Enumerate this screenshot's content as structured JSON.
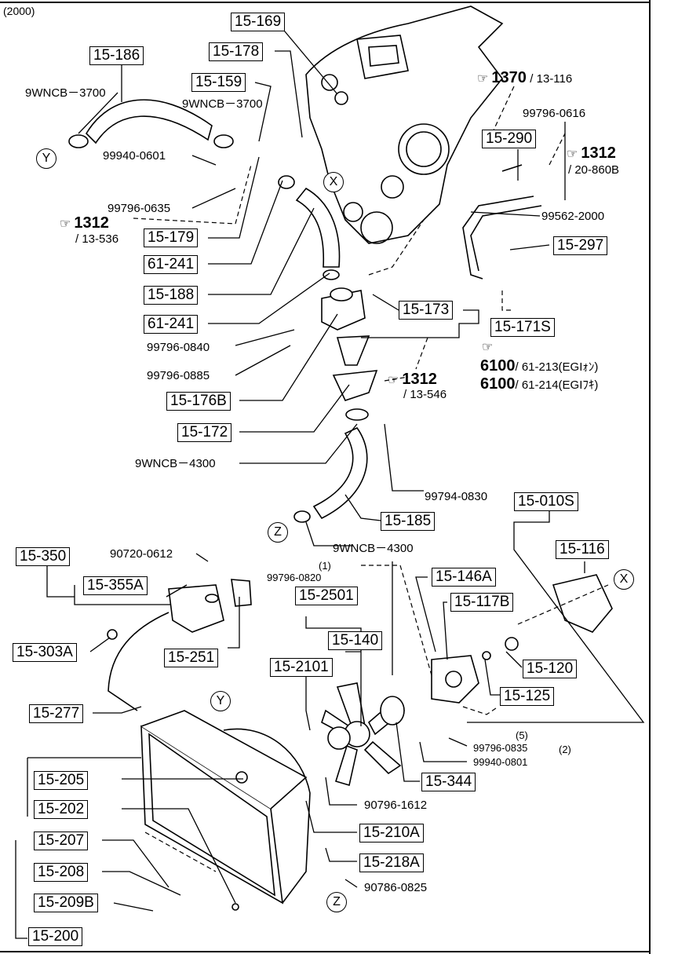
{
  "header": {
    "year_code": "(2000)"
  },
  "part_labels": {
    "p15_169": "15-169",
    "p15_178": "15-178",
    "p15_186": "15-186",
    "p15_159": "15-159",
    "p15_290": "15-290",
    "p15_297": "15-297",
    "p15_179": "15-179",
    "p61_241a": "61-241",
    "p15_188": "15-188",
    "p61_241b": "61-241",
    "p15_173": "15-173",
    "p15_171s": "15-171S",
    "p15_176b": "15-176B",
    "p15_172": "15-172",
    "p15_185": "15-185",
    "p15_010s": "15-010S",
    "p15_116": "15-116",
    "p15_350": "15-350",
    "p15_355a": "15-355A",
    "p15_303a": "15-303A",
    "p15_251": "15-251",
    "p15_2501": "15-2501",
    "p15_140": "15-140",
    "p15_146a": "15-146A",
    "p15_117b": "15-117B",
    "p15_2101": "15-2101",
    "p15_120": "15-120",
    "p15_125": "15-125",
    "p15_277": "15-277",
    "p15_205": "15-205",
    "p15_202": "15-202",
    "p15_344": "15-344",
    "p15_210a": "15-210A",
    "p15_207": "15-207",
    "p15_218a": "15-218A",
    "p15_208": "15-208",
    "p15_209b": "15-209B",
    "p15_200": "15-200"
  },
  "part_numbers": {
    "n_9wncb_3700_a": "9WNCB－3700",
    "n_9wncb_3700_b": "9WNCB－3700",
    "n_99940_0601": "99940-0601",
    "n_99796_0635": "99796-0635",
    "n_99796_0616": "99796-0616",
    "n_99562_2000": "99562-2000",
    "n_99796_0840": "99796-0840",
    "n_99796_0885": "99796-0885",
    "n_9wncb_4300_a": "9WNCB－4300",
    "n_99794_0830": "99794-0830",
    "n_9wncb_4300_b": "9WNCB－4300",
    "n_90720_0612": "90720-0612",
    "n_qty_1": "(1)",
    "n_99796_0820": "99796-0820",
    "n_qty_5": "(5)",
    "n_99796_0835": "99796-0835",
    "n_qty_2": "(2)",
    "n_99940_0801": "99940-0801",
    "n_90796_1612": "90796-1612",
    "n_90786_0825": "90786-0825"
  },
  "references": {
    "r1370_num": "1370",
    "r1370_page": "/ 13-116",
    "r1312a_num": "1312",
    "r1312a_page": "/ 20-860B",
    "r1312b_num": "1312",
    "r1312b_page": "/ 13-536",
    "r1312c_num": "1312",
    "r1312c_page": "/ 13-546",
    "r6100a_num": "6100",
    "r6100a_page": "/ 61-213(EGIｫﾝ)",
    "r6100b_num": "6100",
    "r6100b_page": "/ 61-214(EGIﾌｷ)"
  },
  "callouts": {
    "x_top": "X",
    "x_pump": "X",
    "y_left": "Y",
    "y_bottom": "Y",
    "z_left": "Z",
    "z_bottom": "Z"
  },
  "icons": {
    "reference": "pointing-hand-icon"
  }
}
